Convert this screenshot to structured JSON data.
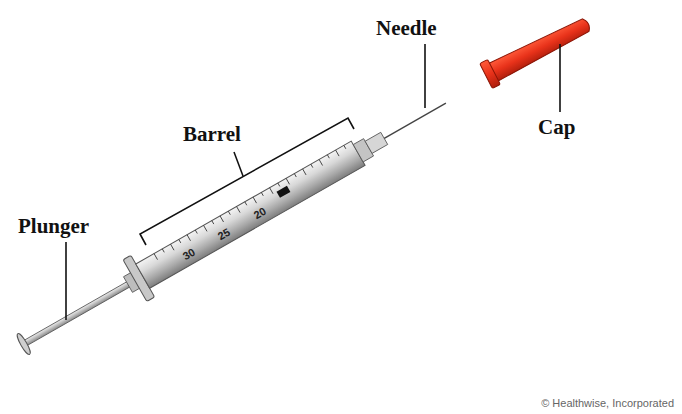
{
  "diagram": {
    "labels": [
      "Plunger",
      "Barrel",
      "Needle",
      "Cap",
      "30",
      "25",
      "20",
      "© Healthwise, Incorporated"
    ]
  }
}
